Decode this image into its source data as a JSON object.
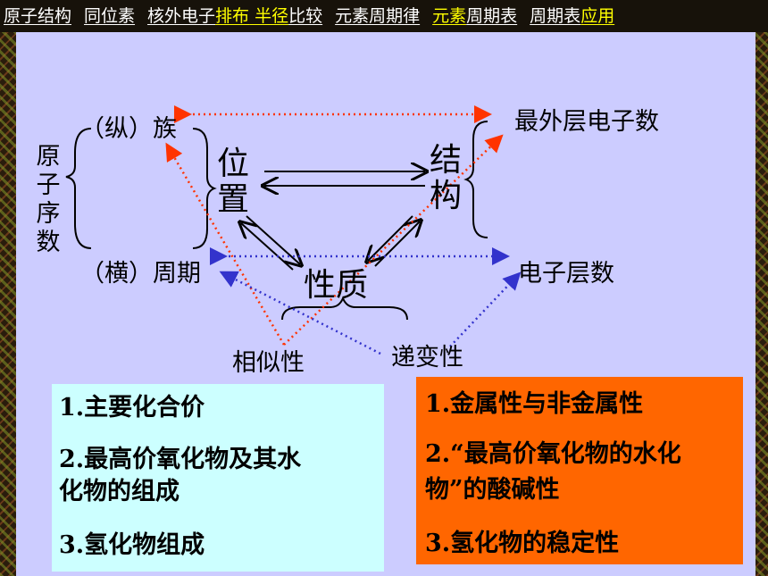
{
  "nav": [
    {
      "parts": [
        {
          "t": "原子结构",
          "c": "w"
        }
      ]
    },
    {
      "parts": [
        {
          "t": "同位素",
          "c": "w"
        }
      ]
    },
    {
      "parts": [
        {
          "t": "核外电子",
          "c": "w"
        },
        {
          "t": "排布",
          "c": "y"
        },
        {
          "t": " 半径",
          "c": "y"
        },
        {
          "t": "比较",
          "c": "w"
        }
      ]
    },
    {
      "parts": [
        {
          "t": "元素周期律",
          "c": "w"
        }
      ]
    },
    {
      "parts": [
        {
          "t": "元素",
          "c": "y"
        },
        {
          "t": "周期表",
          "c": "w"
        }
      ]
    },
    {
      "parts": [
        {
          "t": "周期表",
          "c": "w"
        },
        {
          "t": "应用",
          "c": "y"
        }
      ]
    }
  ],
  "diagram": {
    "zu": "（纵）族",
    "zhouqi": "（横）周期",
    "yuanzixushu": "原子序数",
    "weizhi": "位置",
    "jiegou": "结构",
    "xingzhi": "性质",
    "zuiwaiceng": "最外层电子数",
    "dianziceng": "电子层数",
    "xiangsi": "相似性",
    "dibian": "递变性"
  },
  "box_left": [
    "1.主要化合价",
    "2.最高价氧化物及其水",
    "化物的组成",
    "3.氢化物组成"
  ],
  "box_right": [
    "1.金属性与非金属性",
    "2.“最高价氧化物的水化",
    "物”的酸碱性",
    "3.氢化物的稳定性"
  ],
  "colors": {
    "slide_bg": "#ccccff",
    "box_left_bg": "#ccffff",
    "box_right_bg": "#ff6600",
    "red_dotted": "#ff3300",
    "blue_dotted": "#3333cc",
    "nav_bg": "#17120a"
  }
}
